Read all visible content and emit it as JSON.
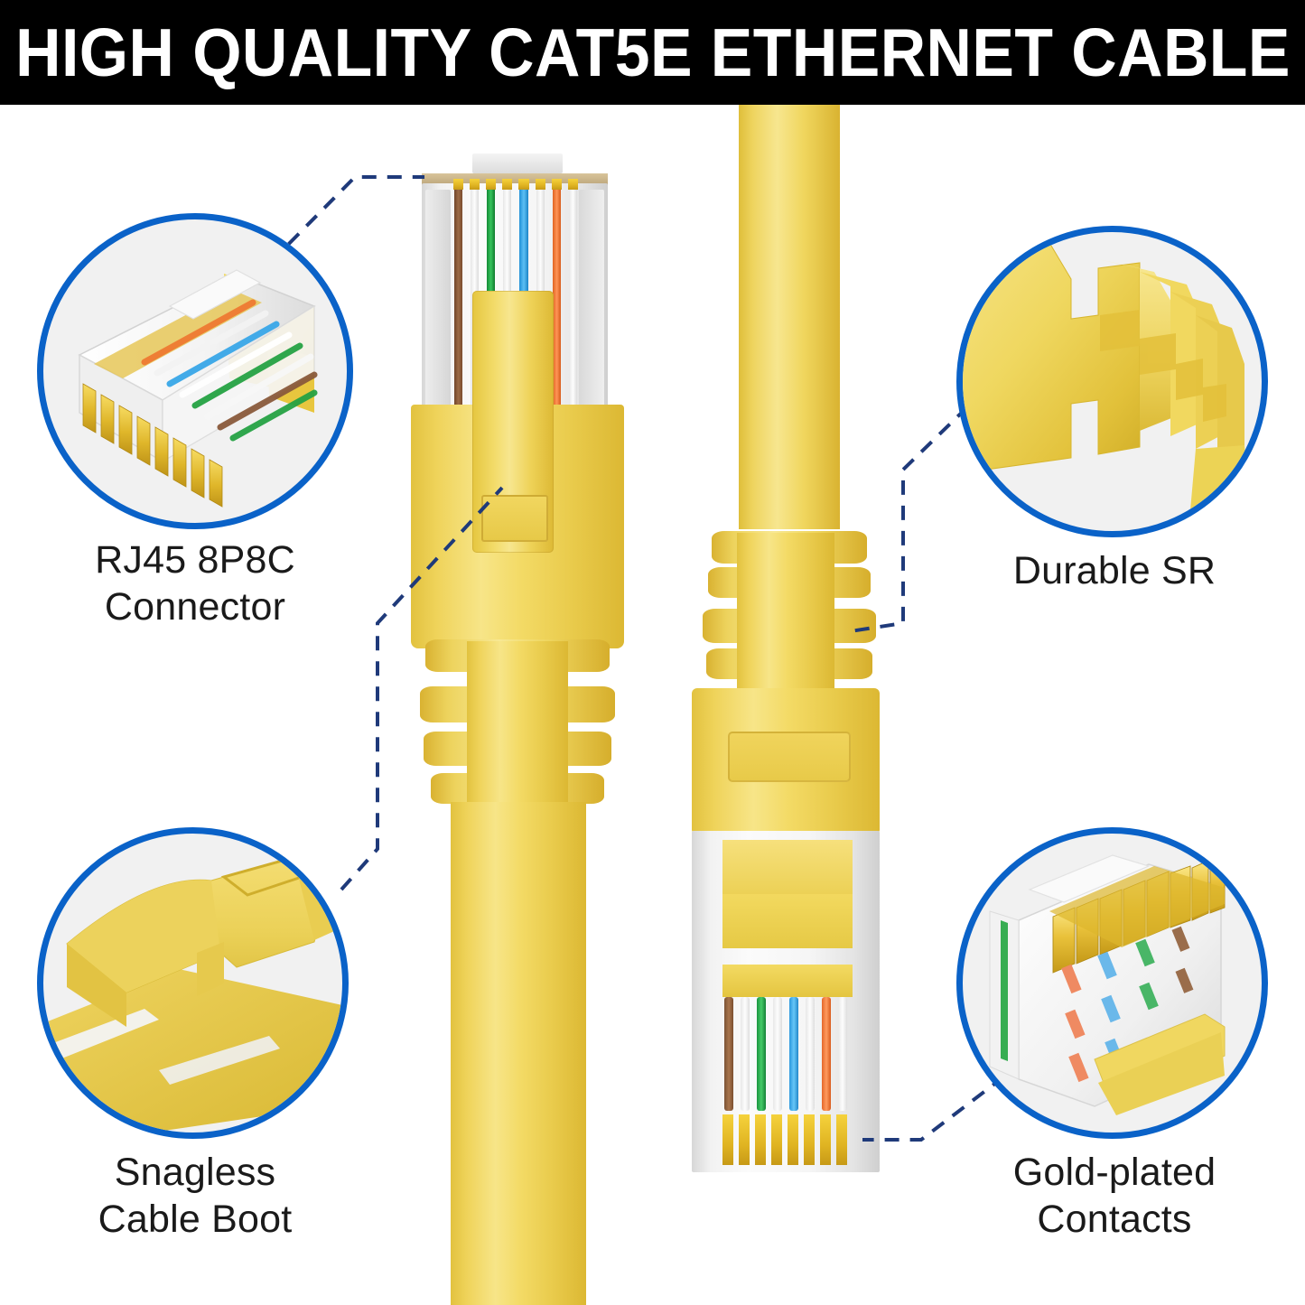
{
  "banner": {
    "title": "HIGH QUALITY CAT5E ETHERNET CABLE",
    "background_color": "#000000",
    "text_color": "#FFFFFF"
  },
  "theme": {
    "page_background": "#FFFFFF",
    "callout_ring_color": "#0A62C8",
    "callout_fill_color": "#F1F1F1",
    "leader_line_color": "#1F3A7A",
    "label_text_color": "#1A1A1A",
    "cable_yellow": "#F2D756",
    "cable_yellow_dark": "#DDB935",
    "cable_yellow_light": "#F7E68F",
    "gold_contact": "#E0B422"
  },
  "product": {
    "type": "Cat5e Ethernet Patch Cable",
    "jacket_color": "yellow",
    "connector_count": 2,
    "conductor_count": 8
  },
  "callouts": [
    {
      "id": "rj45-connector",
      "position": "top-left",
      "label": "RJ45 8P8C\nConnector",
      "icon": "rj45-plug-cutaway-icon",
      "points_to": "connector-head-left"
    },
    {
      "id": "durable-sr",
      "position": "top-right",
      "label": "Durable SR",
      "icon": "strain-relief-closeup-icon",
      "points_to": "strain-relief-right"
    },
    {
      "id": "snagless-boot",
      "position": "bottom-left",
      "label": "Snagless\nCable Boot",
      "icon": "snagless-boot-closeup-icon",
      "points_to": "boot-latch-left"
    },
    {
      "id": "gold-plated-contacts",
      "position": "bottom-right",
      "label": "Gold-plated\nContacts",
      "icon": "gold-contacts-closeup-icon",
      "points_to": "plug-contacts-right"
    }
  ],
  "wire_colors": [
    "#8a5a3b",
    "#ffffff",
    "#25a244",
    "#ffffff",
    "#39a7e8",
    "#ffffff",
    "#ef7a32",
    "#ffffff"
  ],
  "wire_names": [
    "brown",
    "white-brown",
    "green",
    "white-green",
    "blue",
    "white-blue",
    "orange",
    "white-orange"
  ]
}
